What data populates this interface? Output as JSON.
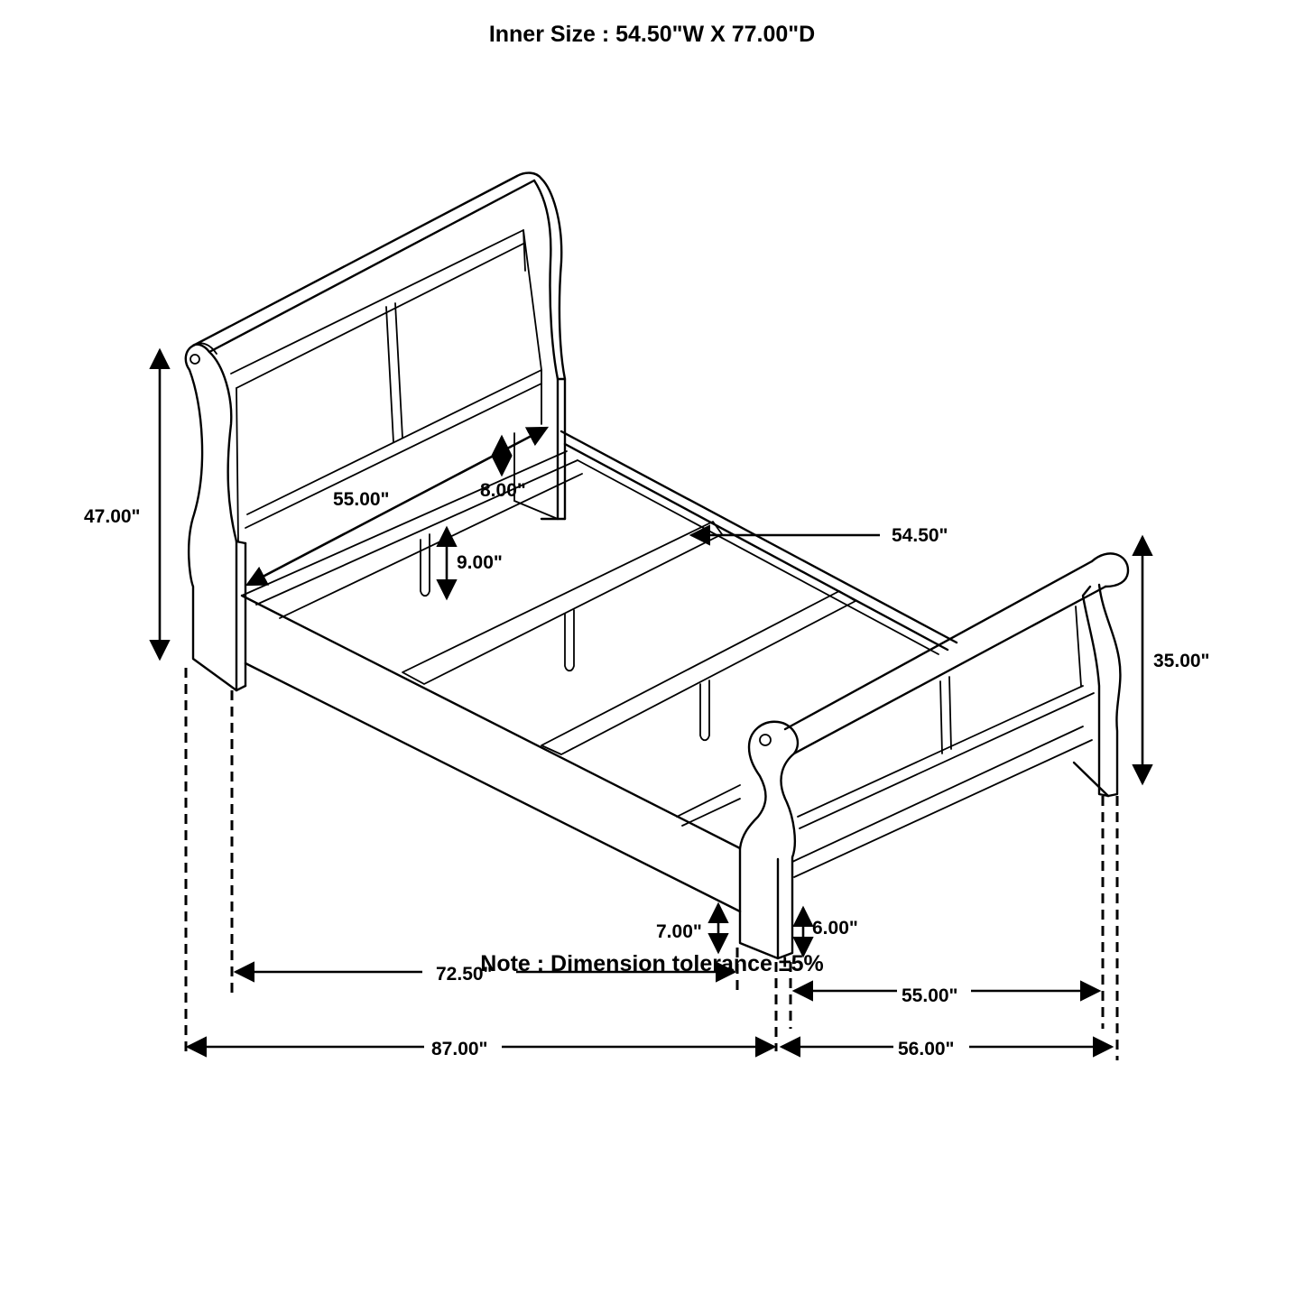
{
  "header": {
    "title": "Inner Size : 54.50\"W X 77.00\"D"
  },
  "footer": {
    "note": "Note : Dimension tolerance ±5%"
  },
  "dimensions": {
    "headboard_height": "47.00\"",
    "footboard_height": "35.00\"",
    "headboard_panel_width": "55.00\"",
    "headboard_rail_height": "8.00\"",
    "inner_width": "54.50\"",
    "leg_height_under_rail": "9.00\"",
    "side_rail_clearance": "7.00\"",
    "footboard_rail_clearance": "6.00\"",
    "side_rail_length": "72.50\"",
    "footboard_inner_width": "55.00\"",
    "overall_length": "87.00\"",
    "overall_width": "56.00\""
  },
  "colors": {
    "line": "#000000",
    "background": "#ffffff"
  }
}
